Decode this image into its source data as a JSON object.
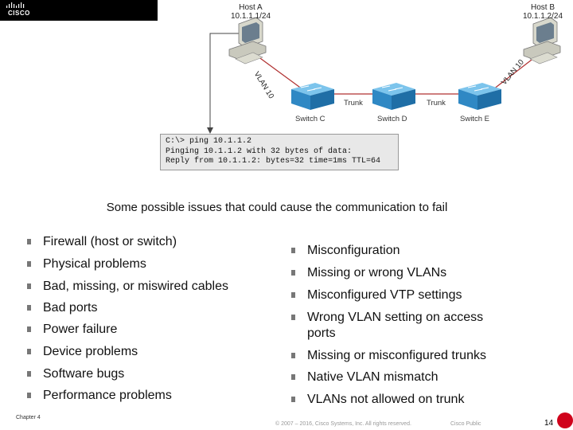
{
  "logo": {
    "text": "CISCO"
  },
  "hosts": [
    {
      "name": "Host A",
      "ip": "10.1.1.1/24"
    },
    {
      "name": "Host B",
      "ip": "10.1.1.2/24"
    }
  ],
  "switches": [
    "Switch C",
    "Switch D",
    "Switch E"
  ],
  "links": {
    "trunk1": "Trunk",
    "trunk2": "Trunk",
    "vlan_left": "VLAN 10",
    "vlan_right": "VLAN 10"
  },
  "console": {
    "lines": [
      "C:\\> ping 10.1.1.2",
      "Pinging 10.1.1.2 with 32 bytes of data:",
      "Reply from 10.1.1.2: bytes=32 time=1ms TTL=64"
    ]
  },
  "caption": "Some possible issues that could cause the communication to fail",
  "left_list": [
    "Firewall (host or switch)",
    "Physical problems",
    "Bad, missing, or miswired cables",
    "Bad ports",
    "Power failure",
    "Device problems",
    "Software bugs",
    "Performance problems"
  ],
  "right_list": [
    "Misconfiguration",
    "Missing or wrong VLANs",
    "Misconfigured VTP settings",
    "Wrong VLAN setting on access",
    "ports",
    "Missing or misconfigured trunks",
    "Native VLAN mismatch",
    "VLANs not allowed on trunk"
  ],
  "footer": {
    "chapter": "Chapter 4",
    "copyright": "© 2007 – 2016, Cisco Systems, Inc. All rights reserved.",
    "classification": "Cisco Public",
    "page": "14"
  },
  "colors": {
    "accent": "#d0021b",
    "switch": "#3aa0d8",
    "bullet": "#777777"
  }
}
